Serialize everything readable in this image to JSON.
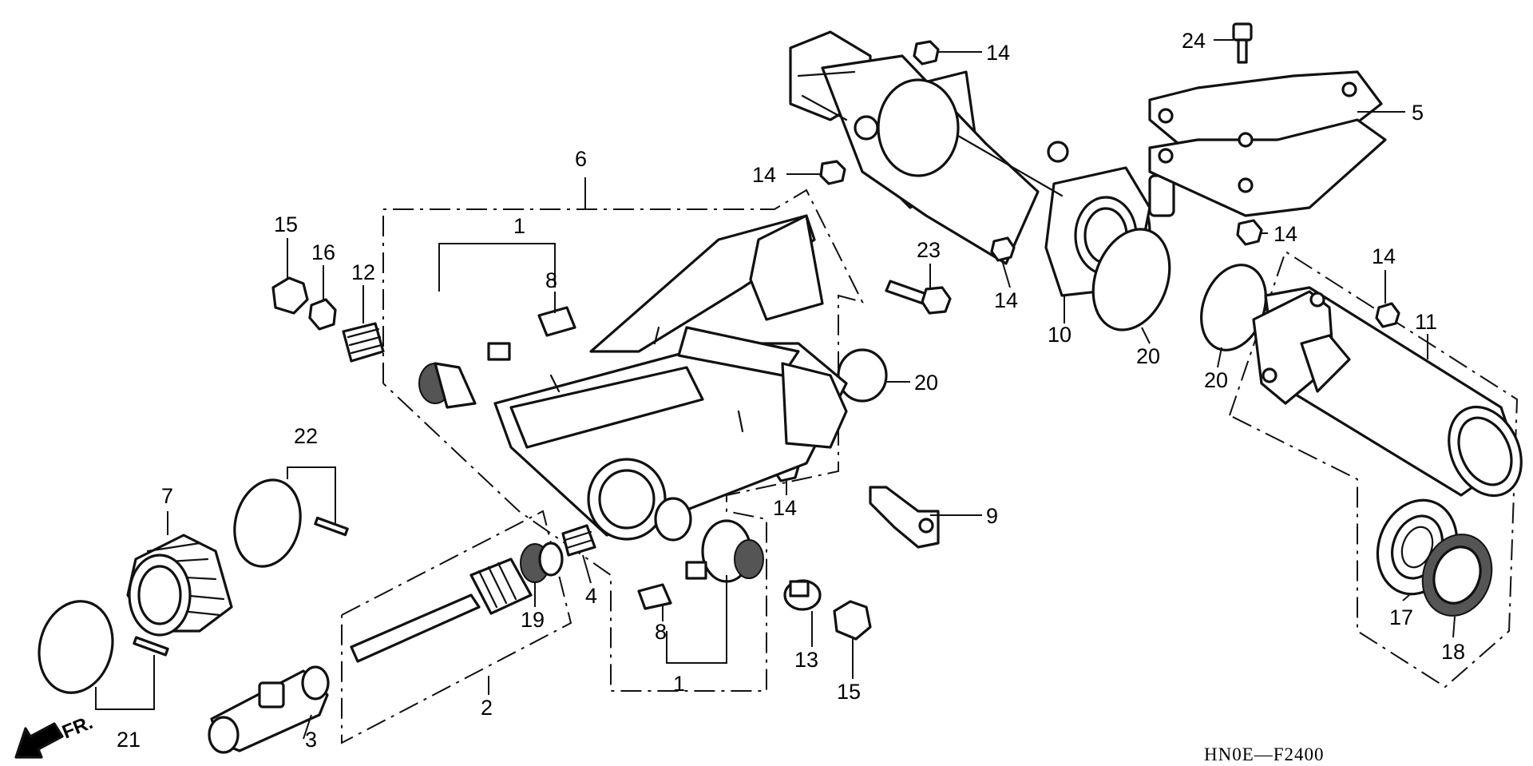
{
  "callouts": {
    "c1a": "1",
    "c1b": "1",
    "c2": "2",
    "c3": "3",
    "c4": "4",
    "c5": "5",
    "c6": "6",
    "c7": "7",
    "c8a": "8",
    "c8b": "8",
    "c9": "9",
    "c10": "10",
    "c11": "11",
    "c12": "12",
    "c13": "13",
    "c14a": "14",
    "c14b": "14",
    "c14c": "14",
    "c14d": "14",
    "c14e": "14",
    "c14f": "14",
    "c15a": "15",
    "c15b": "15",
    "c16": "16",
    "c17": "17",
    "c18": "18",
    "c19": "19",
    "c20a": "20",
    "c20b": "20",
    "c20c": "20",
    "c21": "21",
    "c22": "22",
    "c23": "23",
    "c24": "24"
  },
  "direction_label": "FR.",
  "diagram_code": "HN0E—F2400",
  "icons": {
    "front_arrow": "arrow-down-left-icon"
  }
}
